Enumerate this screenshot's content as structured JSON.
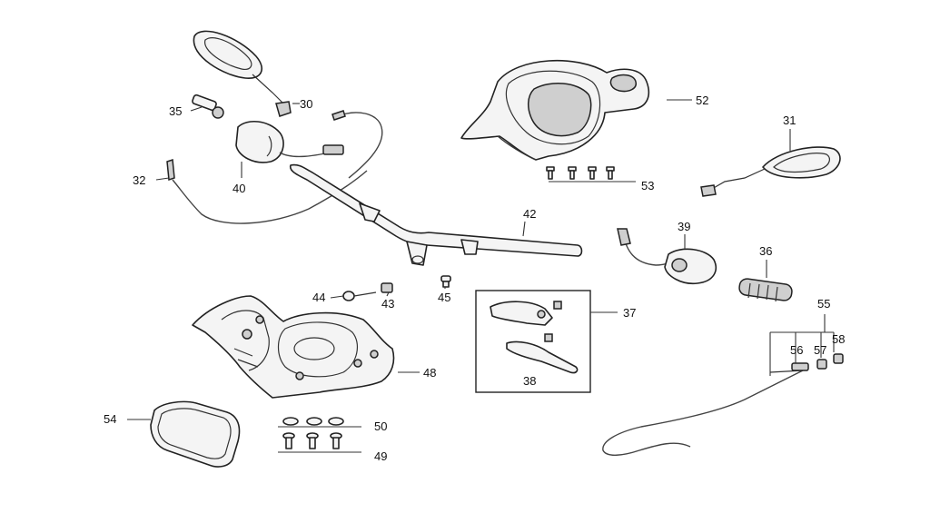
{
  "callouts": [
    {
      "id": "30",
      "text": "30"
    },
    {
      "id": "31",
      "text": "31"
    },
    {
      "id": "32",
      "text": "32"
    },
    {
      "id": "35",
      "text": "35"
    },
    {
      "id": "36",
      "text": "36"
    },
    {
      "id": "37",
      "text": "37"
    },
    {
      "id": "38",
      "text": "38"
    },
    {
      "id": "39",
      "text": "39"
    },
    {
      "id": "40",
      "text": "40"
    },
    {
      "id": "42",
      "text": "42"
    },
    {
      "id": "43",
      "text": "43"
    },
    {
      "id": "44",
      "text": "44"
    },
    {
      "id": "45",
      "text": "45"
    },
    {
      "id": "48",
      "text": "48"
    },
    {
      "id": "49",
      "text": "49"
    },
    {
      "id": "50",
      "text": "50"
    },
    {
      "id": "52",
      "text": "52"
    },
    {
      "id": "53",
      "text": "53"
    },
    {
      "id": "54",
      "text": "54"
    },
    {
      "id": "55",
      "text": "55"
    },
    {
      "id": "56",
      "text": "56"
    },
    {
      "id": "57",
      "text": "57"
    },
    {
      "id": "58",
      "text": "58"
    }
  ]
}
